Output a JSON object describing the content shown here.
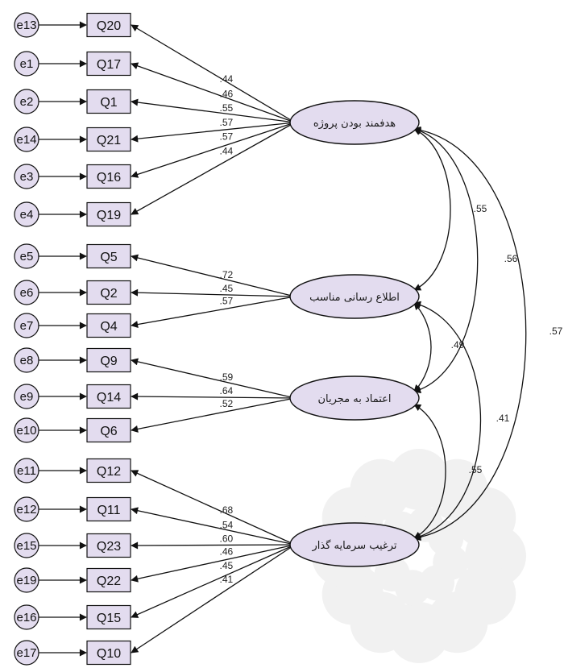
{
  "latents": [
    {
      "id": "L1",
      "label": "هدفمند بودن پروژه"
    },
    {
      "id": "L2",
      "label": "اطلاع رسانی مناسب"
    },
    {
      "id": "L3",
      "label": "اعتماد به مجریان"
    },
    {
      "id": "L4",
      "label": "ترغیب سرمایه گذار"
    }
  ],
  "indicators": [
    {
      "item": "Q20",
      "error": "e13",
      "factor": "L1",
      "loading": ".44"
    },
    {
      "item": "Q17",
      "error": "e1",
      "factor": "L1",
      "loading": ".46"
    },
    {
      "item": "Q1",
      "error": "e2",
      "factor": "L1",
      "loading": ".55"
    },
    {
      "item": "Q21",
      "error": "e14",
      "factor": "L1",
      "loading": ".57"
    },
    {
      "item": "Q16",
      "error": "e3",
      "factor": "L1",
      "loading": ".57"
    },
    {
      "item": "Q19",
      "error": "e4",
      "factor": "L1",
      "loading": ".44"
    },
    {
      "item": "Q5",
      "error": "e5",
      "factor": "L2",
      "loading": ".72"
    },
    {
      "item": "Q2",
      "error": "e6",
      "factor": "L2",
      "loading": ".45"
    },
    {
      "item": "Q4",
      "error": "e7",
      "factor": "L2",
      "loading": ".57"
    },
    {
      "item": "Q9",
      "error": "e8",
      "factor": "L3",
      "loading": ".59"
    },
    {
      "item": "Q14",
      "error": "e9",
      "factor": "L3",
      "loading": ".64"
    },
    {
      "item": "Q6",
      "error": "e10",
      "factor": "L3",
      "loading": ".52"
    },
    {
      "item": "Q12",
      "error": "e11",
      "factor": "L4",
      "loading": ".68"
    },
    {
      "item": "Q11",
      "error": "e12",
      "factor": "L4",
      "loading": ".54"
    },
    {
      "item": "Q23",
      "error": "e15",
      "factor": "L4",
      "loading": ".60"
    },
    {
      "item": "Q22",
      "error": "e19",
      "factor": "L4",
      "loading": ".46"
    },
    {
      "item": "Q15",
      "error": "e16",
      "factor": "L4",
      "loading": ".45"
    },
    {
      "item": "Q10",
      "error": "e17",
      "factor": "L4",
      "loading": ".41"
    }
  ],
  "correlations": [
    {
      "from": "L1",
      "to": "L2",
      "value": ".55"
    },
    {
      "from": "L1",
      "to": "L3",
      "value": ".56"
    },
    {
      "from": "L1",
      "to": "L4",
      "value": ".57"
    },
    {
      "from": "L2",
      "to": "L3",
      "value": ".49"
    },
    {
      "from": "L2",
      "to": "L4",
      "value": ".41"
    },
    {
      "from": "L3",
      "to": "L4",
      "value": ".55"
    }
  ],
  "colors": {
    "latent_fill": "#e3dcef",
    "box_fill": "#e3dcef",
    "error_fill": "#e3dcef",
    "stroke": "#111111"
  }
}
